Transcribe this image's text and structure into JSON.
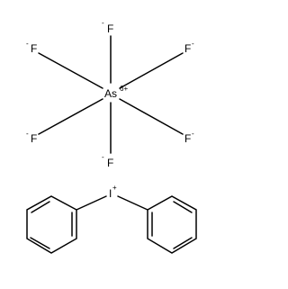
{
  "anion": {
    "center": {
      "symbol": "As",
      "charge": "6+"
    },
    "ligands": [
      {
        "symbol": "F",
        "charge": "-"
      },
      {
        "symbol": "F",
        "charge": "-"
      },
      {
        "symbol": "F",
        "charge": "-"
      },
      {
        "symbol": "F",
        "charge": "-"
      },
      {
        "symbol": "F",
        "charge": "-"
      },
      {
        "symbol": "F",
        "charge": "-"
      }
    ]
  },
  "cation": {
    "center": {
      "symbol": "I",
      "charge": "+"
    },
    "substituents": [
      "phenyl",
      "phenyl"
    ]
  }
}
